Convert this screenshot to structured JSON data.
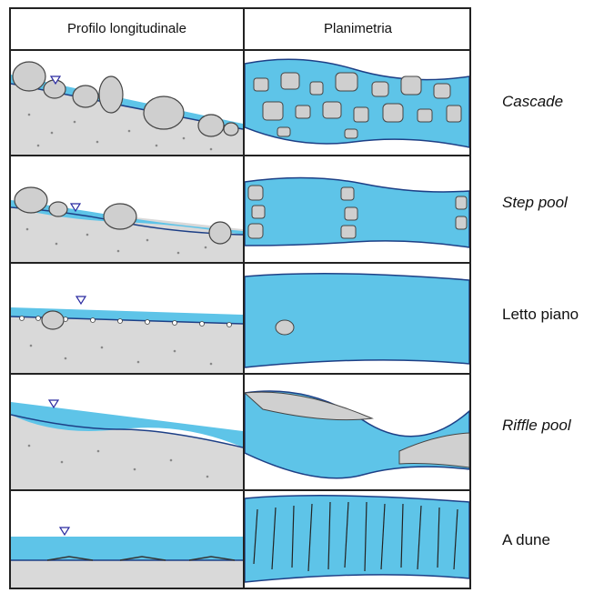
{
  "headers": {
    "profile": "Profilo longitudinale",
    "plan": "Planimetria"
  },
  "rows": [
    {
      "label": "Cascade",
      "italic": true
    },
    {
      "label": "Step pool",
      "italic": true
    },
    {
      "label": "Letto piano",
      "italic": false
    },
    {
      "label": "Riffle pool",
      "italic": true
    },
    {
      "label": "A dune",
      "italic": false
    }
  ],
  "colors": {
    "water": "#5ec4e8",
    "water_edge": "#1d3f86",
    "bed": "#d9d9d9",
    "boulder": "#cfcfcf",
    "ink": "#222222"
  }
}
